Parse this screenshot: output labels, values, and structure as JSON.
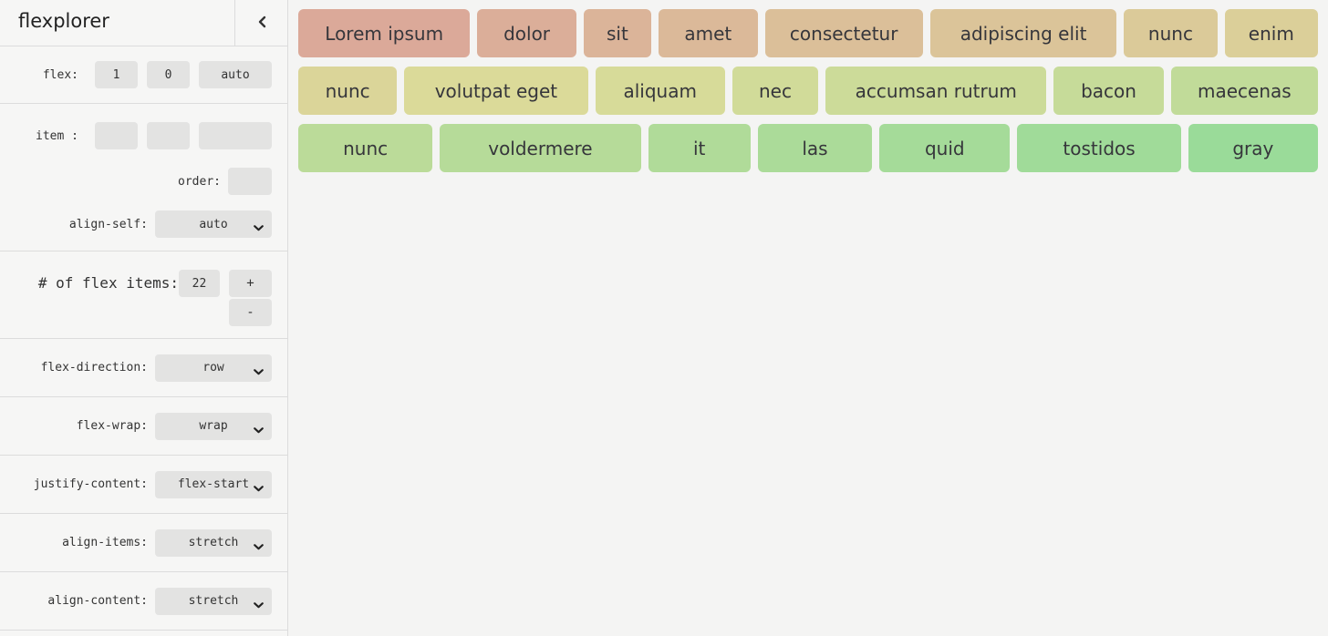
{
  "app": {
    "title": "flexplorer"
  },
  "sidebar": {
    "flex_row": {
      "label": "flex:",
      "grow": "1",
      "shrink": "0",
      "basis": "auto"
    },
    "item_row": {
      "label": "item :",
      "grow": "",
      "shrink": "",
      "basis": ""
    },
    "order_row": {
      "label": "order:",
      "value": ""
    },
    "align_self_row": {
      "label": "align-self:",
      "value": "auto"
    },
    "count_row": {
      "label": "# of flex items:",
      "value": "22",
      "increment_label": "+",
      "decrement_label": "-"
    },
    "selects": [
      {
        "label": "flex-direction:",
        "value": "row"
      },
      {
        "label": "flex-wrap:",
        "value": "wrap"
      },
      {
        "label": "justify-content:",
        "value": "flex-start"
      },
      {
        "label": "align-items:",
        "value": "stretch"
      },
      {
        "label": "align-content:",
        "value": "stretch"
      }
    ]
  },
  "icons": {
    "collapse": "chevron-left-icon",
    "select": "chevron-down-icon"
  },
  "colors": {
    "sidebar_bg": "#f6f6f5",
    "stage_bg": "#f4f4f3",
    "control_bg": "#e3e3e2",
    "divider": "#dcdcdc",
    "item_text": "#36363b"
  },
  "flex_items": [
    {
      "label": "Lorem ipsum",
      "color": "#dba999",
      "basis": 179
    },
    {
      "label": "dolor",
      "color": "#dbae99",
      "basis": 99
    },
    {
      "label": "sit",
      "color": "#dbb499",
      "basis": 65
    },
    {
      "label": "amet",
      "color": "#dbb999",
      "basis": 99
    },
    {
      "label": "consectetur",
      "color": "#dbbf99",
      "basis": 164
    },
    {
      "label": "adipiscing elit",
      "color": "#dbc499",
      "basis": 195
    },
    {
      "label": "nunc",
      "color": "#dbca99",
      "basis": 93
    },
    {
      "label": "enim",
      "color": "#dbcf99",
      "basis": 93
    },
    {
      "label": "nunc",
      "color": "#dbd599",
      "basis": 99
    },
    {
      "label": "volutpat eget",
      "color": "#dbda99",
      "basis": 192
    },
    {
      "label": "aliquam",
      "color": "#d7db99",
      "basis": 133
    },
    {
      "label": "nec",
      "color": "#d1db99",
      "basis": 85
    },
    {
      "label": "accumsan rutrum",
      "color": "#ccdb99",
      "basis": 233
    },
    {
      "label": "bacon",
      "color": "#c6db99",
      "basis": 111
    },
    {
      "label": "maecenas",
      "color": "#c1db99",
      "basis": 152
    },
    {
      "label": "nunc",
      "color": "#bbdb99",
      "basis": 138
    },
    {
      "label": "voldermere",
      "color": "#b6db99",
      "basis": 211
    },
    {
      "label": "it",
      "color": "#b0db99",
      "basis": 103
    },
    {
      "label": "las",
      "color": "#abdb99",
      "basis": 116
    },
    {
      "label": "quid",
      "color": "#a5db99",
      "basis": 134
    },
    {
      "label": "tostidos",
      "color": "#a0db99",
      "basis": 170
    },
    {
      "label": "gray",
      "color": "#9adb99",
      "basis": 133
    }
  ]
}
